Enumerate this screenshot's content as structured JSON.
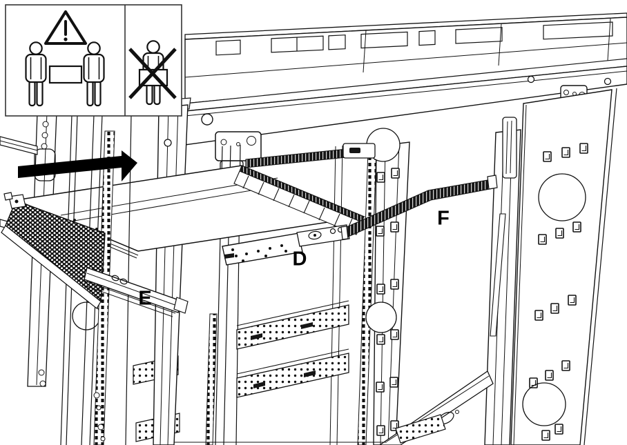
{
  "figure": {
    "background_color": "#ffffff",
    "line_color": "#111111",
    "arrow_color": "#000000",
    "part_labels": {
      "d": "D",
      "e": "E",
      "f": "F"
    },
    "icons": {
      "warning": "warning-triangle-icon",
      "team_lift": "two-person-lift-icon",
      "no_solo_lift": "single-person-lift-prohibited-icon",
      "direction": "insertion-direction-arrow-right-icon"
    }
  }
}
